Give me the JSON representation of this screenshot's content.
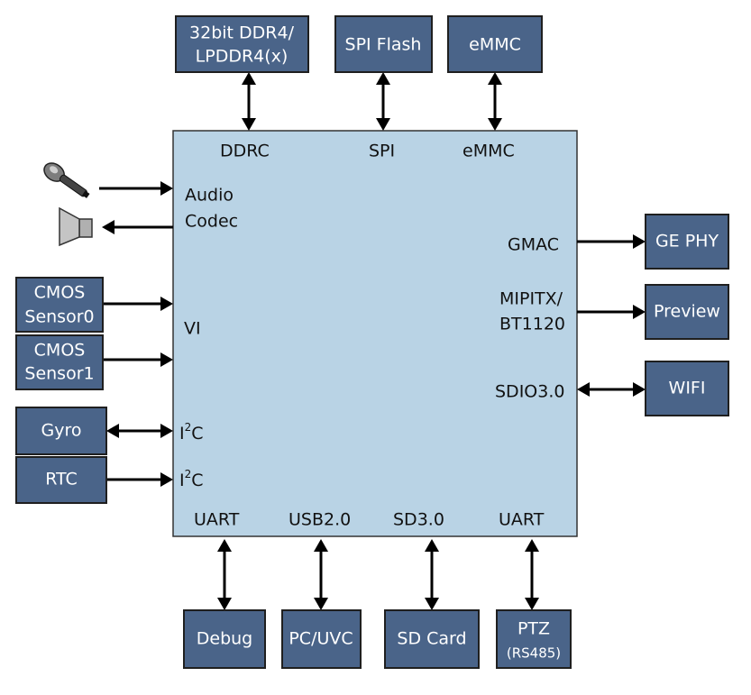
{
  "colors": {
    "box": "#4a6489",
    "chip": "#b9d3e5",
    "box_text": "#ffffff",
    "arrow": "#000000"
  },
  "external": {
    "ddr_line1": "32bit DDR4/",
    "ddr_line2": "LPDDR4(x)",
    "spi_flash": "SPI Flash",
    "emmc": "eMMC",
    "cmos0_line1": "CMOS",
    "cmos0_line2": "Sensor0",
    "cmos1_line1": "CMOS",
    "cmos1_line2": "Sensor1",
    "gyro": "Gyro",
    "rtc": "RTC",
    "ge_phy": "GE PHY",
    "preview": "Preview",
    "wifi": "WIFI",
    "debug": "Debug",
    "pc_uvc": "PC/UVC",
    "sd_card": "SD Card",
    "ptz_line1": "PTZ",
    "ptz_line2": "(RS485)"
  },
  "icons": {
    "microphone": "microphone-icon",
    "speaker": "speaker-icon"
  },
  "soc_ports": {
    "ddrc": "DDRC",
    "spi": "SPI",
    "emmc": "eMMC",
    "audio_line1": "Audio",
    "audio_line2": "Codec",
    "vi": "VI",
    "i2c_1_prefix": "I",
    "i2c_1_sup": "2",
    "i2c_1_suffix": "C",
    "i2c_2_prefix": "I",
    "i2c_2_sup": "2",
    "i2c_2_suffix": "C",
    "gmac": "GMAC",
    "mipitx_line1": "MIPITX/",
    "mipitx_line2": "BT1120",
    "sdio": "SDIO3.0",
    "uart_left": "UART",
    "usb": "USB2.0",
    "sd": "SD3.0",
    "uart_right": "UART"
  }
}
